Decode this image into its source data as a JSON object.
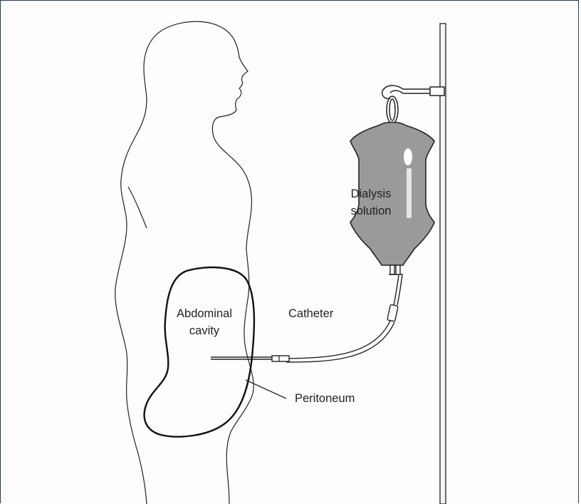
{
  "labels": {
    "dialysis_solution_line1": "Dialysis",
    "dialysis_solution_line2": "solution",
    "abdominal_cavity_line1": "Abdominal",
    "abdominal_cavity_line2": "cavity",
    "catheter": "Catheter",
    "peritoneum": "Peritoneum"
  },
  "colors": {
    "frame_border": "#1f3a5a",
    "outline": "#222222",
    "bag_fill": "#9a9a9a",
    "pole_fill": "#f4f4f4"
  }
}
